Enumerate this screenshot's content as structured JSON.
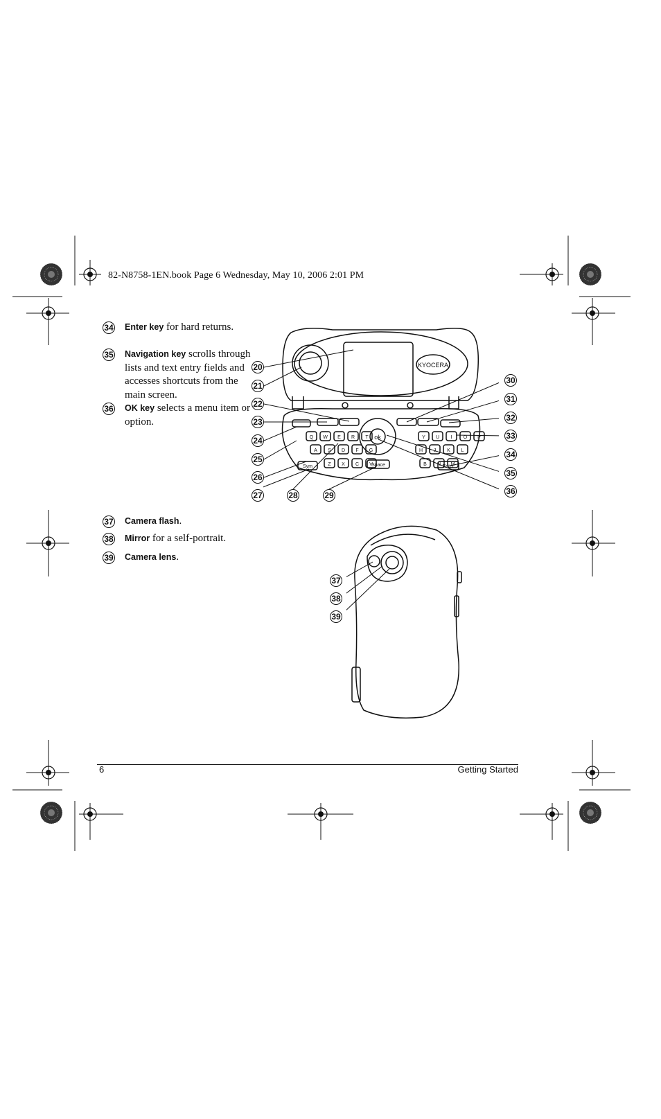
{
  "print_header": "82-N8758-1EN.book  Page 6  Wednesday, May 10, 2006  2:01 PM",
  "descriptions_top": [
    {
      "num": "34",
      "term": "Enter key",
      "text": " for hard returns."
    },
    {
      "num": "35",
      "term": "Navigation key",
      "text": " scrolls through lists and text entry fields and accesses shortcuts from the main screen."
    },
    {
      "num": "36",
      "term": "OK key",
      "text": " selects a menu item or option."
    }
  ],
  "descriptions_bottom": [
    {
      "num": "37",
      "term": "Camera flash",
      "text": "."
    },
    {
      "num": "38",
      "term": "Mirror",
      "text": " for a self-portrait."
    },
    {
      "num": "39",
      "term": "Camera lens",
      "text": "."
    }
  ],
  "front_callouts_left": [
    "20",
    "21",
    "22",
    "23",
    "24",
    "25",
    "26"
  ],
  "front_callouts_bottom": [
    "27",
    "28",
    "29"
  ],
  "front_callouts_right": [
    "30",
    "31",
    "32",
    "33",
    "34",
    "35",
    "36"
  ],
  "back_callouts": [
    "37",
    "38",
    "39"
  ],
  "phone_labels": {
    "brand": "KYOCERA",
    "key_sym": "Sym",
    "key_space": "Space",
    "key_enter": "Enter",
    "key_ok": "ok",
    "row1": [
      "Q",
      "W",
      "E",
      "R",
      "T",
      "Y",
      "U",
      "I",
      "O",
      "P"
    ],
    "row2": [
      "A",
      "S",
      "D",
      "F",
      "G",
      "H",
      "J",
      "K",
      "L"
    ],
    "row3": [
      "Z",
      "X",
      "C",
      "V",
      "B",
      "N",
      "M"
    ]
  },
  "footer": {
    "page": "6",
    "section": "Getting Started"
  }
}
